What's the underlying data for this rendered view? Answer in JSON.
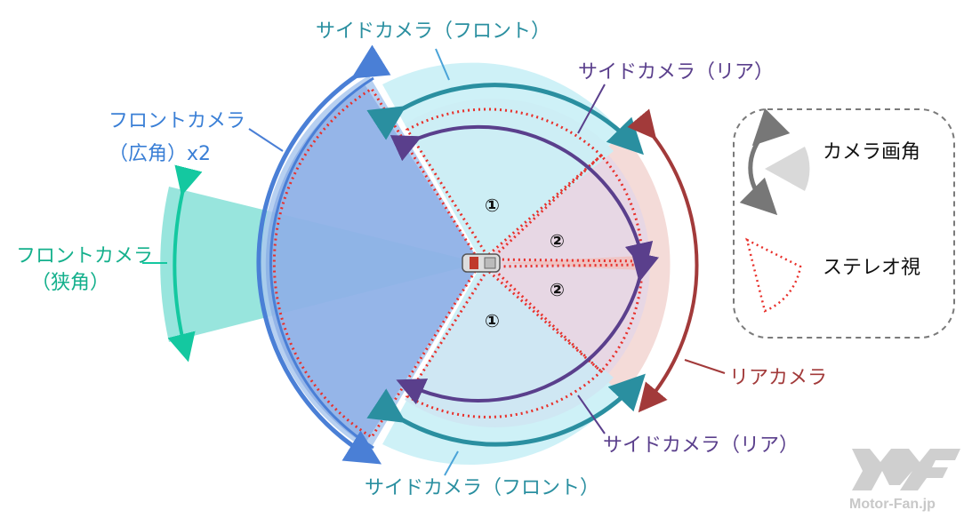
{
  "colors": {
    "front_wide": "#4a7fd6",
    "front_narrow": "#14c8a0",
    "side_front": "#2a8fa0",
    "side_rear": "#5a3f8c",
    "rear": "#a23a3a",
    "stereo": "#e8302b",
    "legend_border": "#7a7a7a"
  },
  "labels": {
    "side_front_top": "サイドカメラ（フロント）",
    "side_rear_top": "サイドカメラ（リア）",
    "front_wide_line1": "フロントカメラ",
    "front_wide_line2": "（広角）x2",
    "front_narrow_line1": "フロントカメラ",
    "front_narrow_line2": "（狭角）",
    "rear_camera": "リアカメラ",
    "side_rear_bottom": "サイドカメラ（リア）",
    "side_front_bottom": "サイドカメラ（フロント）"
  },
  "region_numbers": {
    "upper_left": "①",
    "lower_left": "①",
    "upper_right": "②",
    "lower_right": "②"
  },
  "legend": {
    "angle_label": "カメラ画角",
    "stereo_label": "ステレオ視"
  },
  "watermark": {
    "logo_text": "MMF",
    "site": "Motor-Fan.jp"
  }
}
